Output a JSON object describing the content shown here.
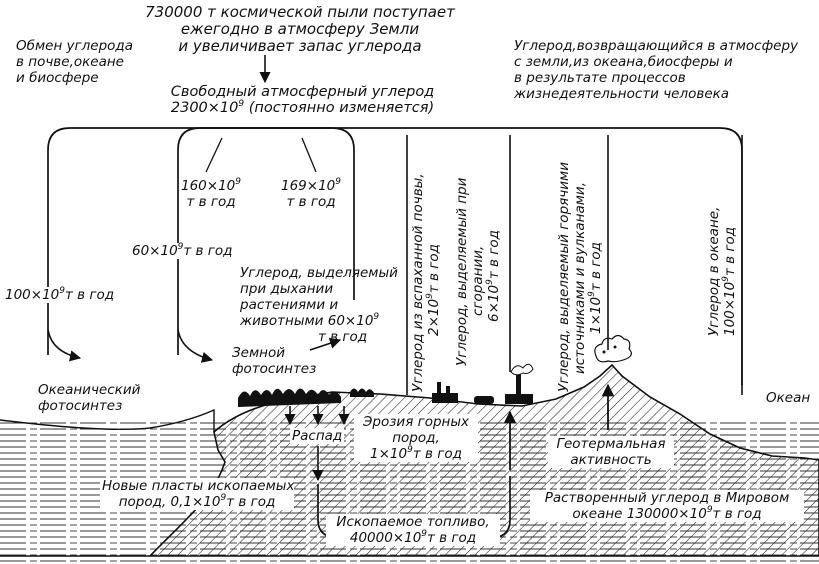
{
  "top": {
    "dust_line1": "730000 т космической пыли поступает",
    "dust_line2": "ежегодно в атмосферу Земли",
    "dust_line3": "и увеличивает запас углерода"
  },
  "free_carbon": {
    "line1": "Свободный атмосферный углерод",
    "line2_a": "2300×10",
    "line2_exp": "9",
    "line2_b": " (постоянно изменяется)"
  },
  "exchange": {
    "line1": "Обмен углерода",
    "line2": "в почве,океане",
    "line3": "и биосфере"
  },
  "returning": {
    "line1": "Углерод,возвращающийся в атмосферу",
    "line2": "с земли,из океана,биосферы и",
    "line3": "в результате процессов",
    "line4": "жизнедеятельности человека"
  },
  "flows": {
    "f160_a": "160×10",
    "f160_exp": "9",
    "f160_b": "т в год",
    "f169_a": "169×10",
    "f169_exp": "9",
    "f169_b": "т в год",
    "f60_a": "60×10",
    "f60_exp": "9",
    "f60_b": "т в год",
    "f100_a": "100×10",
    "f100_exp": "9",
    "f100_b": "т в год"
  },
  "respiration": {
    "line1": "Углерод, выделяемый",
    "line2": "при дыхании",
    "line3": "растениями и",
    "line4_a": "животными 60×10",
    "line4_exp": "9",
    "line5": "т в год"
  },
  "photosynthesis": {
    "land1": "Земной",
    "land2": "фотосинтез",
    "ocean1": "Океанический",
    "ocean2": "фотосинтез"
  },
  "vertical": {
    "soil_1": "Углерод из вспаханной почвы,",
    "soil_2_a": "2×10",
    "soil_2_exp": "9",
    "soil_2_b": "т в год",
    "burn_1": "Углерод, выделяемый при",
    "burn_2": "сгорании,",
    "burn_3_a": "6×10",
    "burn_3_exp": "9",
    "burn_3_b": "т в год",
    "volc_1": "Углерод, выделяемый горячими",
    "volc_2": "источниками и вулканами,",
    "volc_3_a": "1×10",
    "volc_3_exp": "9",
    "volc_3_b": "т в год",
    "ocean_1": "Углерод в океане,",
    "ocean_2_a": "100×10",
    "ocean_2_exp": "9",
    "ocean_2_b": "т в год"
  },
  "ground": {
    "ocean": "Океан",
    "decay": "Распад",
    "erosion1": "Эрозия горных",
    "erosion2": "пород,",
    "erosion3_a": "1×10",
    "erosion3_exp": "9",
    "erosion3_b": "т в год",
    "geo1": "Геотермальная",
    "geo2": "активность",
    "newlayers1": "Новые пласты ископаемых",
    "newlayers2_a": "пород, 0,1×10",
    "newlayers2_exp": "9",
    "newlayers2_b": "т в год",
    "dissolved1": "Растворенный углерод в Мировом",
    "dissolved2_a": "океане 130000×10",
    "dissolved2_exp": "9",
    "dissolved2_b": "т в год",
    "fossil1": "Ископаемое топливо,",
    "fossil2_a": "40000×10",
    "fossil2_exp": "9",
    "fossil2_b": "т в год"
  }
}
